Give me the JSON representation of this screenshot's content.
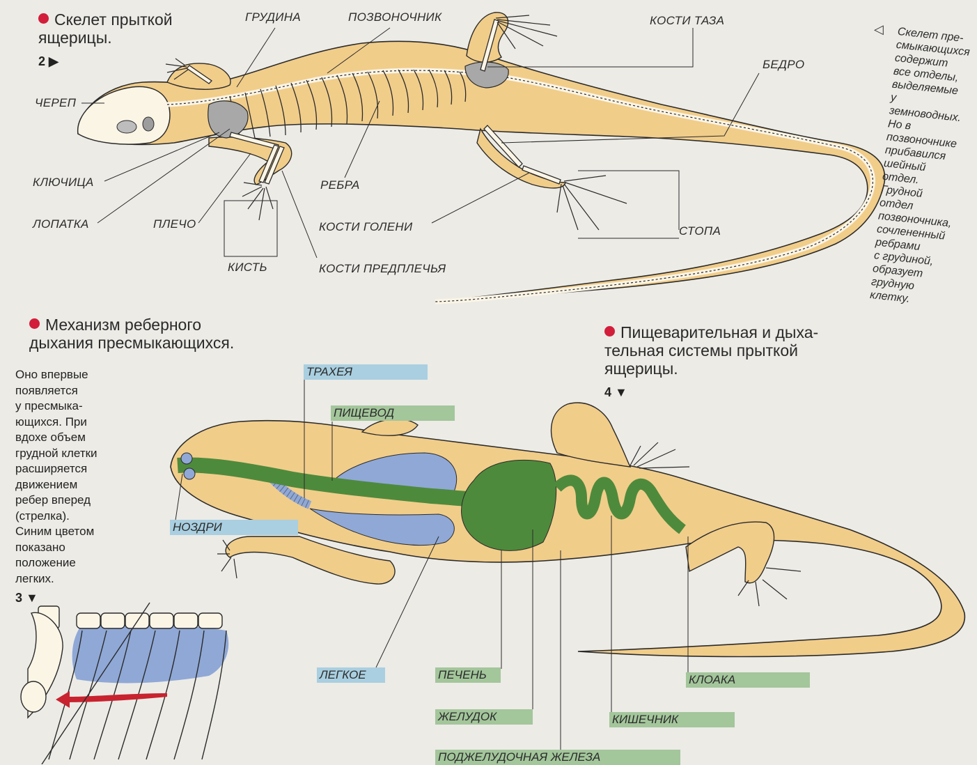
{
  "skeleton_section": {
    "title_line1": "Скелет прыткой",
    "title_line2": "ящерицы.",
    "figure_ref": "2 ▶",
    "labels": {
      "sternum": "ГРУДИНА",
      "spine": "ПОЗВОНОЧНИК",
      "pelvis": "КОСТИ ТАЗА",
      "femur": "БЕДРО",
      "skull": "ЧЕРЕП",
      "clavicle": "КЛЮЧИЦА",
      "scapula": "ЛОПАТКА",
      "humerus": "ПЛЕЧО",
      "ribs": "РЕБРА",
      "shin": "КОСТИ ГОЛЕНИ",
      "foot": "СТОПА",
      "hand": "КИСТЬ",
      "forearm": "КОСТИ ПРЕДПЛЕЧЬЯ"
    },
    "side_note": {
      "marker": "◁",
      "lines": [
        "Скелет пре-",
        "смыкающихся",
        "содержит",
        "все отделы,",
        "выделяемые",
        "у земноводных.",
        "Но в позвоночнике",
        "прибавился",
        "шейный отдел.",
        "Грудной отдел",
        "позвоночника,",
        "сочлененный",
        "ребрами",
        "с грудиной,",
        "образует",
        "грудную клетку."
      ]
    }
  },
  "breathing_section": {
    "title_line1": "Механизм реберного",
    "title_line2": "дыхания пресмыкающихся.",
    "body_lines": [
      "Оно впервые",
      "появляется",
      "у пресмыка-",
      "ющихся. При",
      "вдохе объем",
      "грудной клетки",
      "расширяется",
      "движением",
      "ребер вперед",
      "(стрелка).",
      "Синим цветом",
      "показано",
      "положение",
      "легких."
    ],
    "figure_ref": "3 ▼"
  },
  "digestive_section": {
    "title_line1": "Пищеварительная и дыха-",
    "title_line2": "тельная системы прыткой",
    "title_line3": "ящерицы.",
    "figure_ref": "4 ▼",
    "labels": {
      "trachea": "ТРАХЕЯ",
      "esophagus": "ПИЩЕВОД",
      "nostrils": "НОЗДРИ",
      "lung": "ЛЕГКОЕ",
      "liver": "ПЕЧЕНЬ",
      "stomach": "ЖЕЛУДОК",
      "pancreas": "ПОДЖЕЛУДОЧНАЯ ЖЕЛЕЗА",
      "intestine": "КИШЕЧНИК",
      "cloaca": "КЛОАКА"
    }
  },
  "colors": {
    "bullet": "#d21e3a",
    "body": "#f1cd8a",
    "bone": "#fbf5e6",
    "respiratory": "#8fa8d6",
    "digestive": "#4e8a3c",
    "label_blue": "#a9cfe0",
    "label_green": "#a3c69b"
  }
}
